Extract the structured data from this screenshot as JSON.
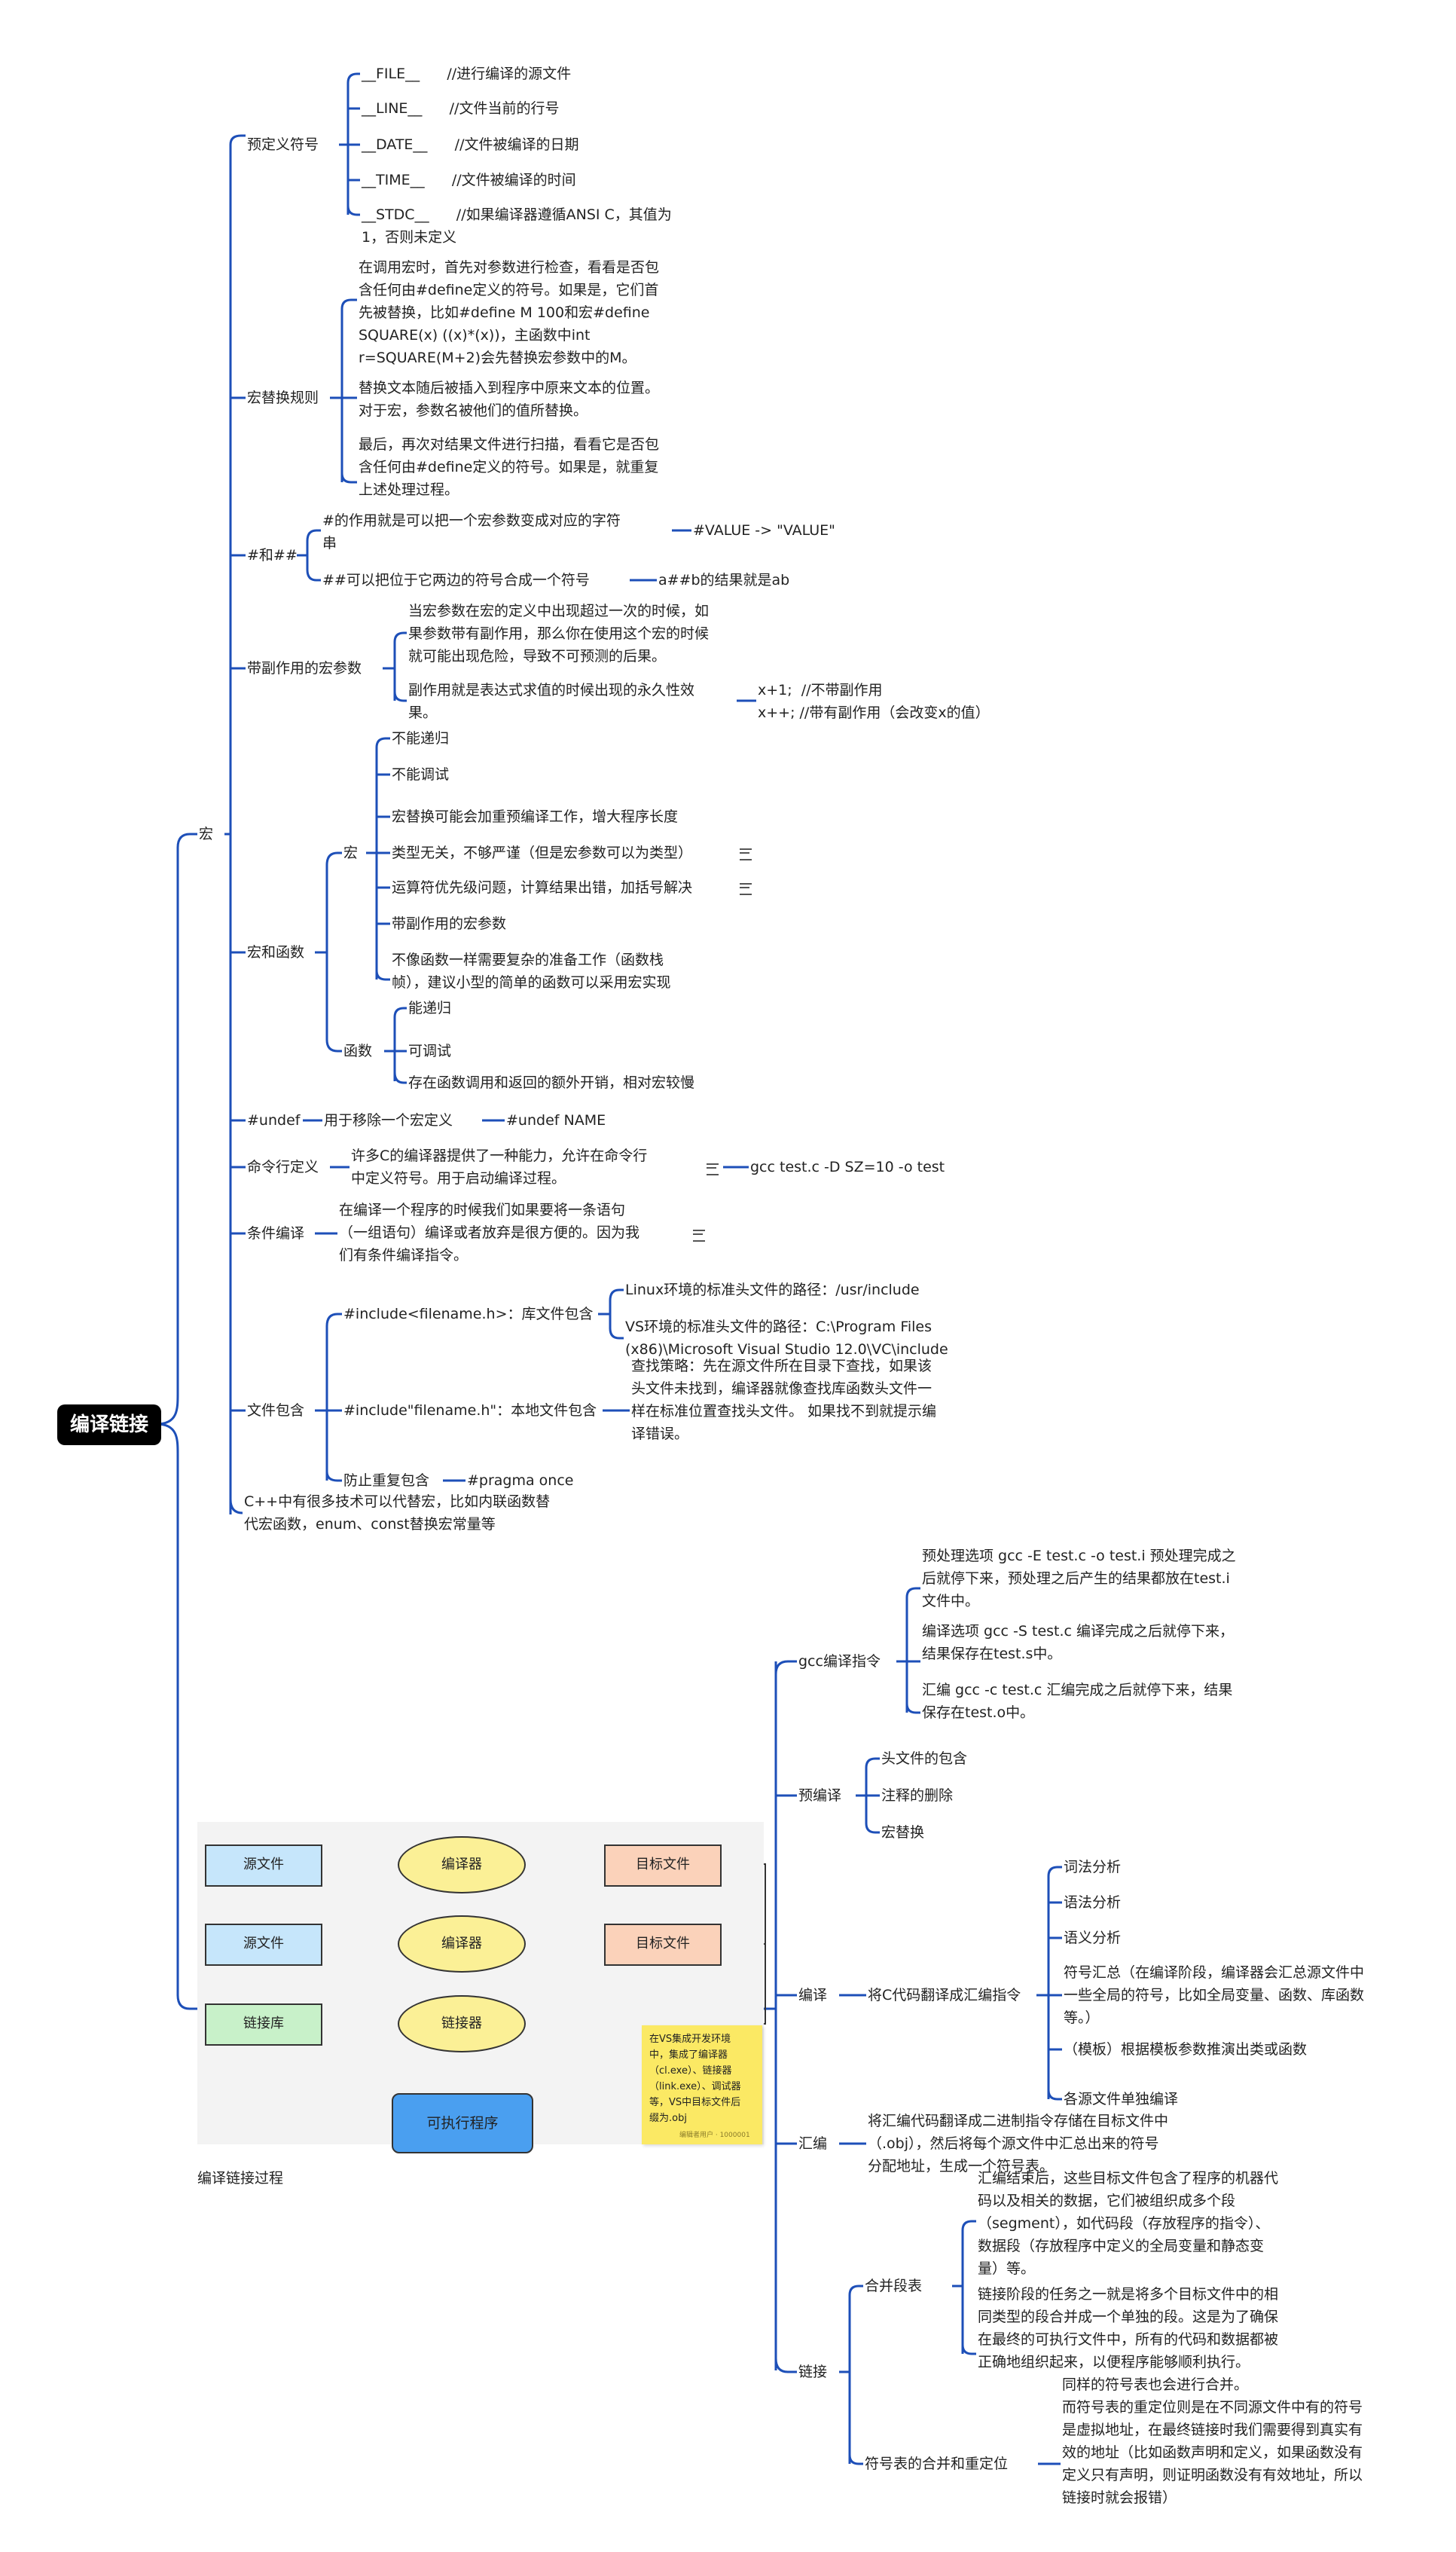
{
  "root": {
    "title": "编译链接"
  },
  "macro": {
    "title": "宏",
    "predefined": {
      "title": "预定义符号",
      "items": [
        "__FILE__      //进行编译的源文件",
        "__LINE__      //文件当前的行号",
        "__DATE__      //文件被编译的日期",
        "__TIME__      //文件被编译的时间",
        "__STDC__      //如果编译器遵循ANSI C，其值为\n1，否则未定义"
      ]
    },
    "replace_rules": {
      "title": "宏替换规则",
      "items": [
        "在调用宏时，首先对参数进行检查，看看是否包\n含任何由#define定义的符号。如果是，它们首\n先被替换，比如#define M 100和宏#define\nSQUARE(x) ((x)*(x))，主函数中int\nr=SQUARE(M+2)会先替换宏参数中的M。",
        "替换文本随后被插入到程序中原来文本的位置。\n对于宏，参数名被他们的值所替换。",
        "最后，再次对结果文件进行扫描，看看它是否包\n含任何由#define定义的符号。如果是，就重复\n上述处理过程。"
      ]
    },
    "hash": {
      "title": "#和##",
      "items": [
        {
          "text": "#的作用就是可以把一个宏参数变成对应的字符\n串",
          "child": "#VALUE -> \"VALUE\""
        },
        {
          "text": "##可以把位于它两边的符号合成一个符号",
          "child": "a##b的结果就是ab"
        }
      ]
    },
    "side_effect": {
      "title": "带副作用的宏参数",
      "items": [
        "当宏参数在宏的定义中出现超过一次的时候，如\n果参数带有副作用，那么你在使用这个宏的时候\n就可能出现危险，导致不可预测的后果。",
        "副作用就是表达式求值的时候出现的永久性效\n果。"
      ],
      "child": "x+1;  //不带副作用\nx++; //带有副作用（会改变x的值）"
    },
    "macro_vs_func": {
      "title": "宏和函数",
      "macro_title": "宏",
      "macro_items": [
        "不能递归",
        "不能调试",
        "宏替换可能会加重预编译工作，增大程序长度",
        "类型无关，不够严谨（但是宏参数可以为类型）",
        "运算符优先级问题，计算结果出错，加括号解决",
        "带副作用的宏参数",
        "不像函数一样需要复杂的准备工作（函数栈\n帧），建议小型的简单的函数可以采用宏实现"
      ],
      "func_title": "函数",
      "func_items": [
        "能递归",
        "可调试",
        "存在函数调用和返回的额外开销，相对宏较慢"
      ]
    },
    "undef": {
      "title": "#undef",
      "desc": "用于移除一个宏定义",
      "example": "#undef NAME"
    },
    "cmdline": {
      "title": "命令行定义",
      "desc": "许多C的编译器提供了一种能力，允许在命令行\n中定义符号。用于启动编译过程。",
      "example": "gcc test.c -D SZ=10 -o test"
    },
    "conditional": {
      "title": "条件编译",
      "desc": "在编译一个程序的时候我们如果要将一条语句\n（一组语句）编译或者放弃是很方便的。因为我\n们有条件编译指令。"
    },
    "include": {
      "title": "文件包含",
      "lib": "#include<filename.h>：库文件包含",
      "lib_items": [
        "Linux环境的标准头文件的路径：/usr/include",
        "VS环境的标准头文件的路径：C:\\Program Files\n(x86)\\Microsoft Visual Studio 12.0\\VC\\include"
      ],
      "local": "#include\"filename.h\"：本地文件包含",
      "local_desc": "查找策略：先在源文件所在目录下查找，如果该\n头文件未找到，编译器就像查找库函数头文件一\n样在标准位置查找头文件。 如果找不到就提示编\n译错误。",
      "guard": "防止重复包含",
      "guard_example": "#pragma once"
    },
    "cpp_note": "C++中有很多技术可以代替宏，比如内联函数替\n代宏函数，enum、const替换宏常量等"
  },
  "process": {
    "gcc": {
      "title": "gcc编译指令",
      "items": [
        "预处理选项 gcc -E test.c -o test.i 预处理完成之\n后就停下来，预处理之后产生的结果都放在test.i\n文件中。",
        "编译选项 gcc -S test.c 编译完成之后就停下来，\n结果保存在test.s中。",
        "汇编 gcc -c test.c 汇编完成之后就停下来，结果\n保存在test.o中。"
      ]
    },
    "precompile": {
      "title": "预编译",
      "items": [
        "头文件的包含",
        "注释的删除",
        "宏替换"
      ]
    },
    "compile": {
      "title": "编译",
      "desc": "将C代码翻译成汇编指令",
      "items": [
        "词法分析",
        "语法分析",
        "语义分析",
        "符号汇总（在编译阶段，编译器会汇总源文件中\n一些全局的符号，比如全局变量、函数、库函数\n等。）",
        "（模板）根据模板参数推演出类或函数",
        "各源文件单独编译"
      ]
    },
    "assemble": {
      "title": "汇编",
      "desc": "将汇编代码翻译成二进制指令存储在目标文件中\n（.obj），然后将每个源文件中汇总出来的符号\n分配地址，生成一个符号表。"
    },
    "link": {
      "title": "链接",
      "merge": {
        "title": "合并段表",
        "items": [
          "汇编结束后，这些目标文件包含了程序的机器代\n码以及相关的数据，它们被组织成多个段\n（segment），如代码段（存放程序的指令）、\n数据段（存放程序中定义的全局变量和静态变\n量）等。",
          "链接阶段的任务之一就是将多个目标文件中的相\n同类型的段合并成一个单独的段。这是为了确保\n在最终的可执行文件中，所有的代码和数据都被\n正确地组织起来，以便程序能够顺利执行。"
        ]
      },
      "symbol": {
        "title": "符号表的合并和重定位",
        "desc": "同样的符号表也会进行合并。\n而符号表的重定位则是在不同源文件中有的符号\n是虚拟地址，在最终链接时我们需要得到真实有\n效的地址（比如函数声明和定义，如果函数没有\n定义只有声明，则证明函数没有有效地址，所以\n链接时就会报错）"
      }
    }
  },
  "flow": {
    "caption": "编译链接过程",
    "source1": "源文件",
    "source2": "源文件",
    "lib": "链接库",
    "compiler1": "编译器",
    "compiler2": "编译器",
    "linker": "链接器",
    "obj1": "目标文件",
    "obj2": "目标文件",
    "exe": "可执行程序",
    "note": "在VS集成开发环境\n中，集成了编译器\n（cl.exe）、链接器\n（link.exe）、调试器\n等，VS中目标文件后\n缀为.obj",
    "note_tag": "编辑者用户 · 1000001"
  },
  "colors": {
    "line": "#1d4fb8",
    "root_bg": "#000000",
    "source": "#c6e6fb",
    "lib": "#c8f1c9",
    "obj": "#fbd2ba",
    "ellipse": "#fbf096",
    "exe": "#4a9ff0",
    "note": "#fbe964"
  }
}
